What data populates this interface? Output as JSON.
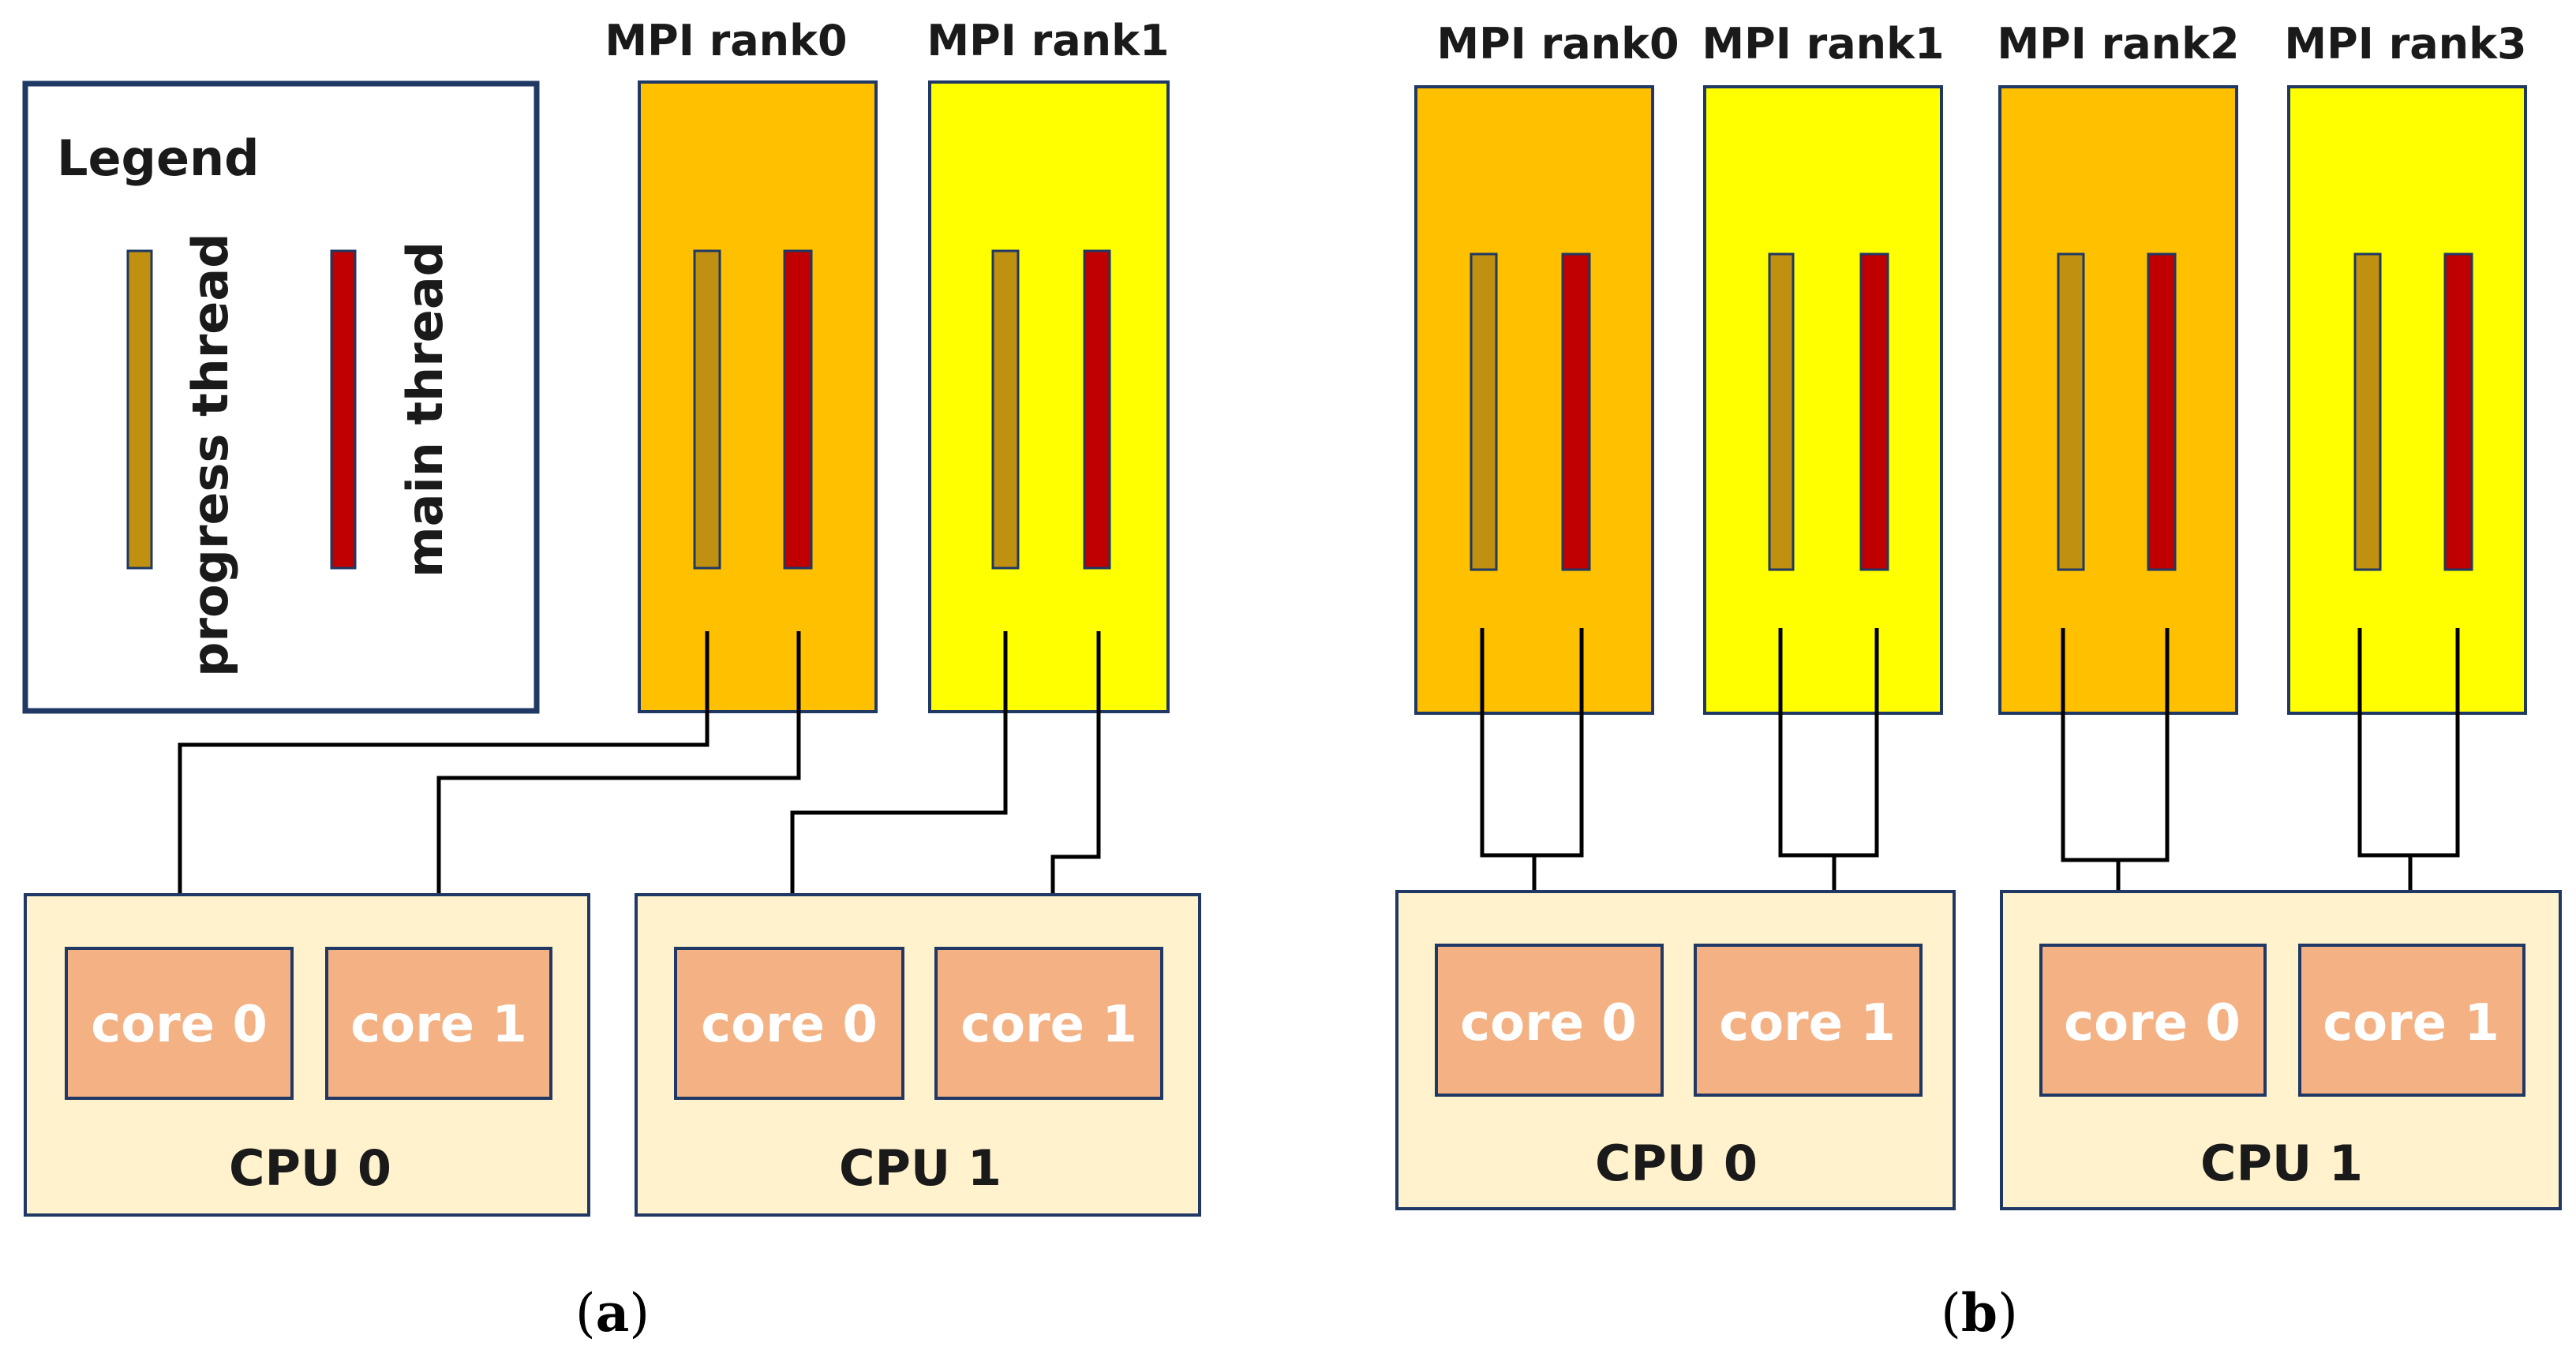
{
  "legend": {
    "title": "Legend",
    "items": [
      {
        "label": "progress thread",
        "color": "#C09010"
      },
      {
        "label": "main thread",
        "color": "#C00000"
      }
    ]
  },
  "colors": {
    "rank_even": "#FFC000",
    "rank_odd": "#FFFF00",
    "cpu_box": "#FFF2CC",
    "core_box": "#F4B183",
    "border": "#1F3864",
    "progress_thread": "#C09010",
    "main_thread": "#C00000"
  },
  "panel_a": {
    "caption_open": "(",
    "caption_letter": "a",
    "caption_close": ")",
    "ranks": [
      "MPI rank0",
      "MPI rank1"
    ],
    "cpus": [
      {
        "label": "CPU 0",
        "cores": [
          "core 0",
          "core 1"
        ]
      },
      {
        "label": "CPU 1",
        "cores": [
          "core 0",
          "core 1"
        ]
      }
    ]
  },
  "panel_b": {
    "caption_open": "(",
    "caption_letter": "b",
    "caption_close": ")",
    "ranks": [
      "MPI rank0",
      "MPI rank1",
      "MPI rank2",
      "MPI rank3"
    ],
    "cpus": [
      {
        "label": "CPU 0",
        "cores": [
          "core 0",
          "core 1"
        ]
      },
      {
        "label": "CPU 1",
        "cores": [
          "core 0",
          "core 1"
        ]
      }
    ]
  }
}
